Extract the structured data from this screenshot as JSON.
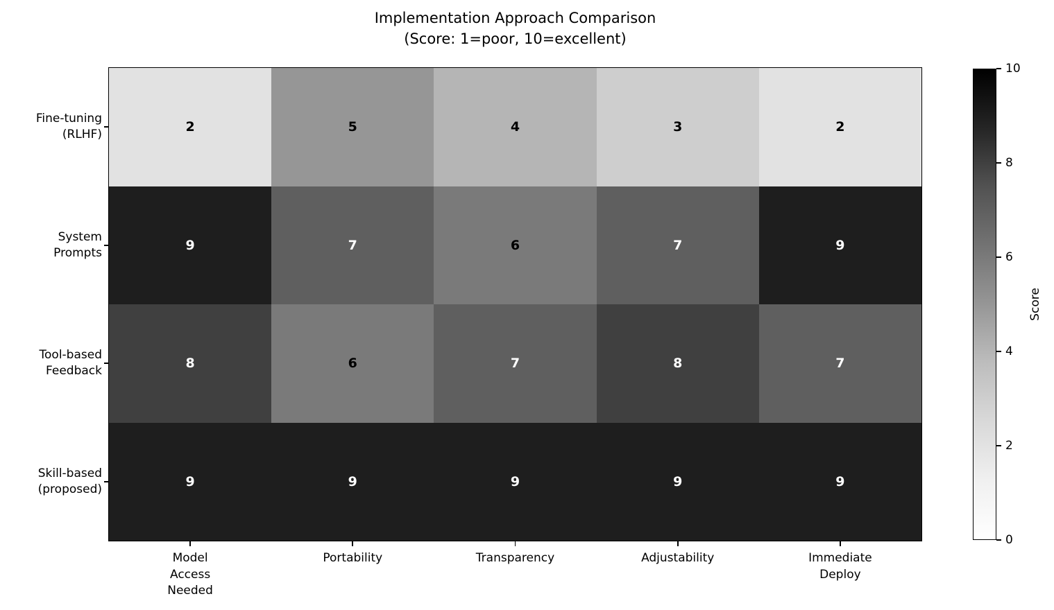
{
  "title": "Implementation Approach Comparison",
  "subtitle": "(Score: 1=poor, 10=excellent)",
  "chart_data": {
    "type": "heatmap",
    "title": "Implementation Approach Comparison\n(Score: 1=poor, 10=excellent)",
    "rows": [
      "Fine-tuning\n(RLHF)",
      "System\nPrompts",
      "Tool-based\nFeedback",
      "Skill-based\n(proposed)"
    ],
    "columns": [
      "Model\nAccess\nNeeded",
      "Portability",
      "Transparency",
      "Adjustability",
      "Immediate\nDeploy"
    ],
    "values": [
      [
        2,
        5,
        4,
        3,
        2
      ],
      [
        9,
        7,
        6,
        7,
        9
      ],
      [
        8,
        6,
        7,
        8,
        7
      ],
      [
        9,
        9,
        9,
        9,
        9
      ]
    ],
    "vmin": 0,
    "vmax": 10,
    "colormap": "Greys",
    "colormap_stops": [
      "#ffffff",
      "#f0f0f0",
      "#d9d9d9",
      "#bdbdbd",
      "#969696",
      "#737373",
      "#525252",
      "#252525",
      "#000000"
    ],
    "annotation_colors": {
      "dark_text": "#000000",
      "light_text": "#ffffff"
    },
    "grid": false,
    "colorbar": {
      "label": "Score",
      "ticks": [
        0,
        2,
        4,
        6,
        8,
        10
      ],
      "position": "right"
    }
  }
}
